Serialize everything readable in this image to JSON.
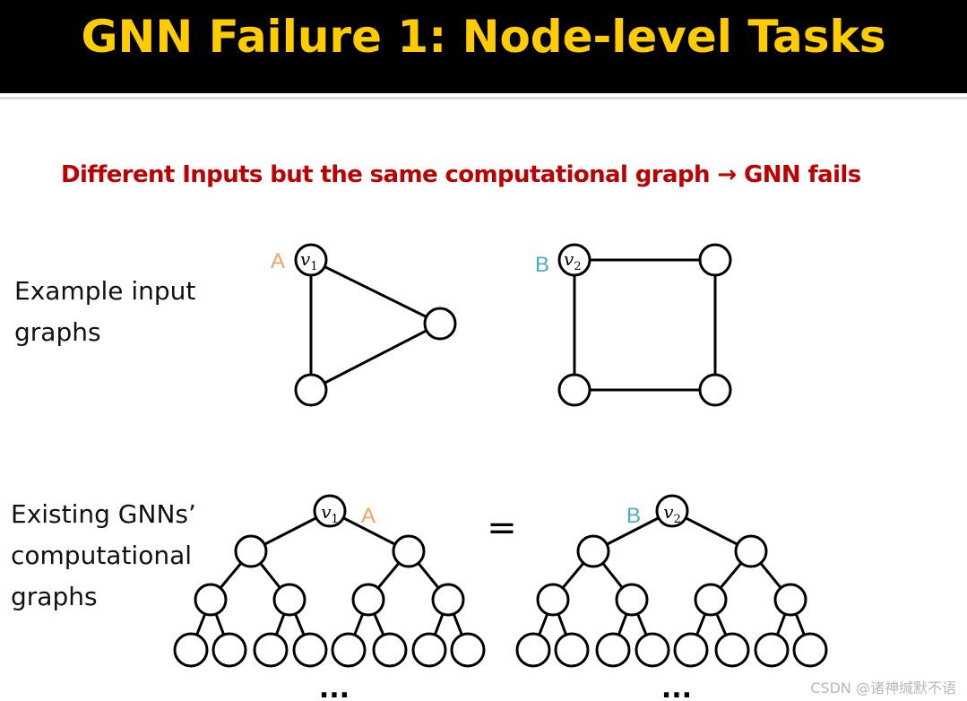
{
  "title": "GNN Failure 1: Node-level Tasks",
  "subtitle": "Different Inputs but the same computational graph → GNN fails",
  "labels": {
    "input_graphs": [
      "Example input",
      "graphs"
    ],
    "computational_graphs": [
      "Existing GNNs’",
      "computational",
      "graphs"
    ]
  },
  "nodes": {
    "v1": "v",
    "v1_sub": "1",
    "v2": "v",
    "v2_sub": "2",
    "label_a": "A",
    "label_b": "B"
  },
  "equals_sign": "=",
  "ellipsis": "...",
  "watermark": "CSDN @诸神缄默不语",
  "colors": {
    "title_bg": "#000000",
    "title_text": "#ffcc00",
    "subtitle": "#c00000",
    "label_a": "#f4a460",
    "label_b": "#4bacc6",
    "node_stroke": "#000000"
  }
}
